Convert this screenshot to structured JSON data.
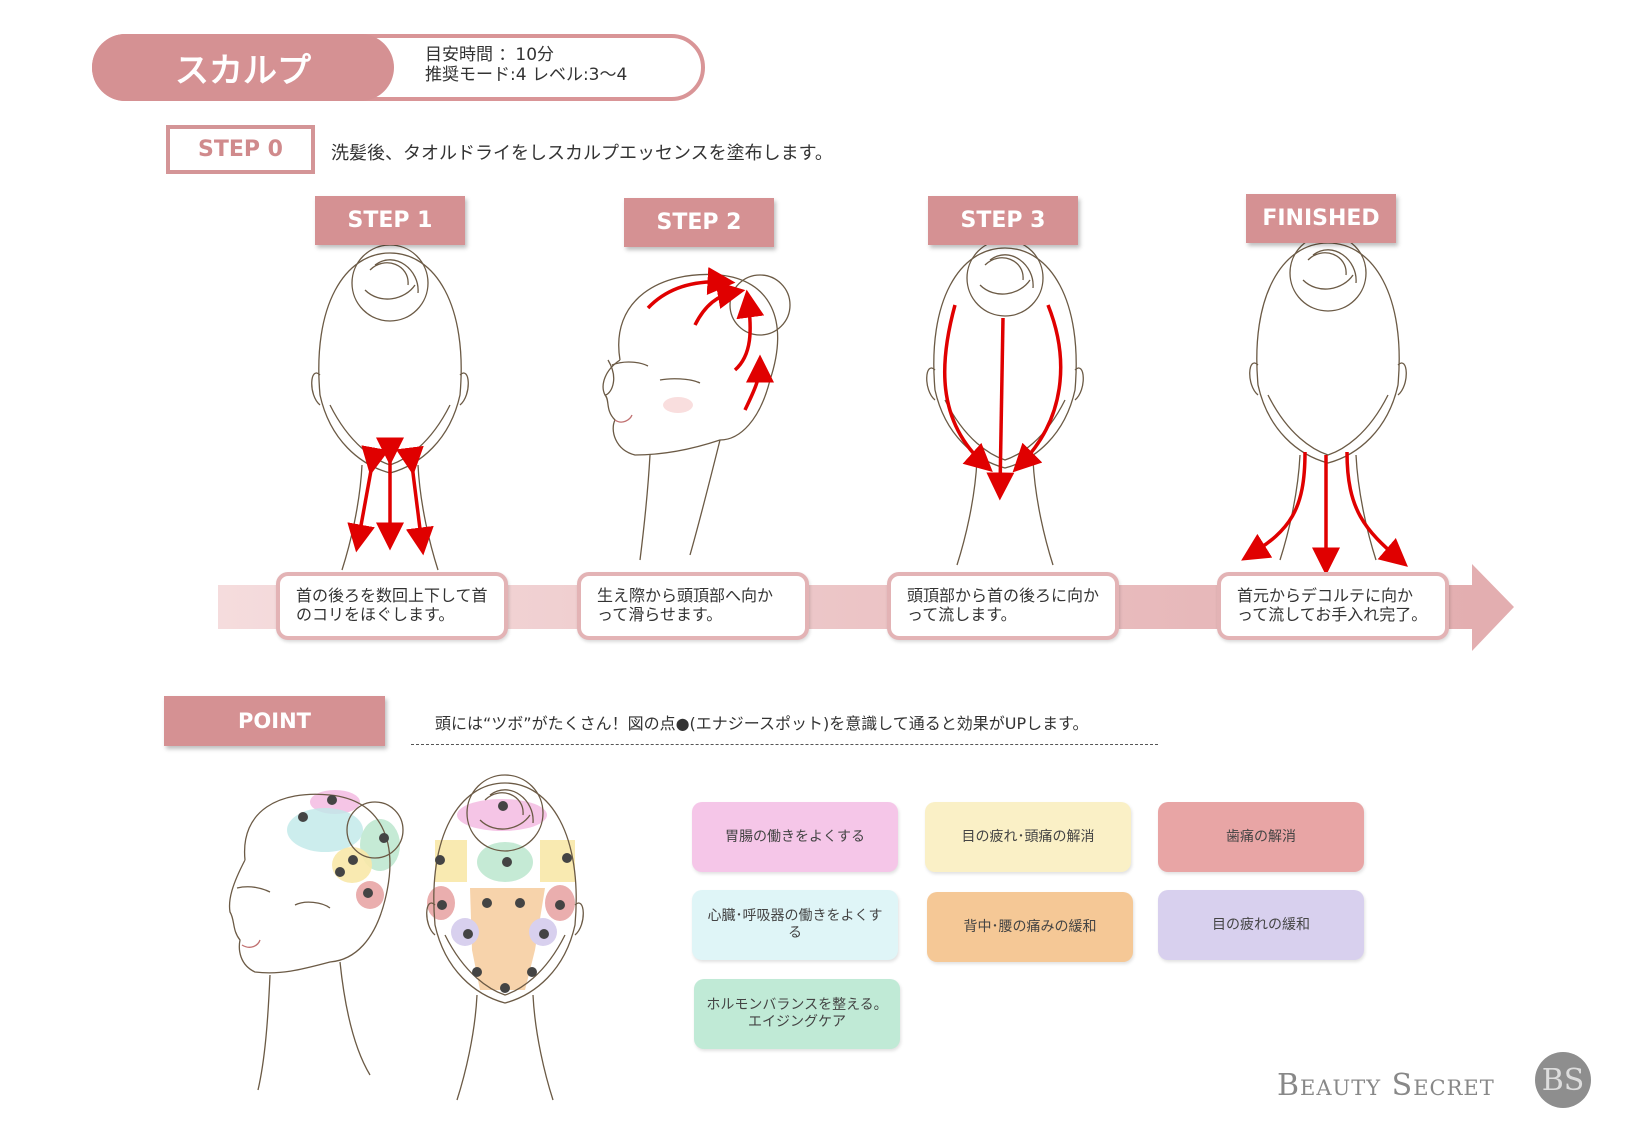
{
  "header": {
    "title": "スカルプ",
    "time_line": "目安時間 ：10分",
    "mode_line": "推奨モード:4  レベル:3～4"
  },
  "step0": {
    "label": "STEP 0",
    "text": "洗髪後、タオルドライをしスカルプエッセンスを塗布します。"
  },
  "steps": [
    {
      "label": "STEP 1",
      "text": "首の後ろを数回上下して首のコリをほぐします。"
    },
    {
      "label": "STEP 2",
      "text": "生え際から頭頂部へ向かって滑らせます。"
    },
    {
      "label": "STEP 3",
      "text": "頭頂部から首の後ろに向かって流します。"
    },
    {
      "label": "FINISHED",
      "text": "首元からデコルテに向かって流してお手入れ完了。"
    }
  ],
  "point": {
    "label": "POINT",
    "text": "頭には“ツボ”がたくさん！図の点●(エナジースポット)を意識して通ると効果がUPします。"
  },
  "legend": [
    {
      "text": "胃腸の働きをよくする",
      "color": "#f5c6e8"
    },
    {
      "text": "目の疲れ･頭痛の解消",
      "color": "#faf0c6"
    },
    {
      "text": "歯痛の解消",
      "color": "#e8a5a5"
    },
    {
      "text": "心臓･呼吸器の働きをよくする",
      "color": "#dff5f7"
    },
    {
      "text": "背中･腰の痛みの緩和",
      "color": "#f5c896"
    },
    {
      "text": "目の疲れの緩和",
      "color": "#d8d0ee"
    },
    {
      "text": "ホルモンバランスを整える。エイジングケア",
      "color": "#c0ead6"
    }
  ],
  "brand": {
    "name": "Beauty Secret",
    "mark": "BS"
  },
  "colors": {
    "accent": "#d59193",
    "arrow": "#e00000",
    "band": "#e8b4b6"
  }
}
